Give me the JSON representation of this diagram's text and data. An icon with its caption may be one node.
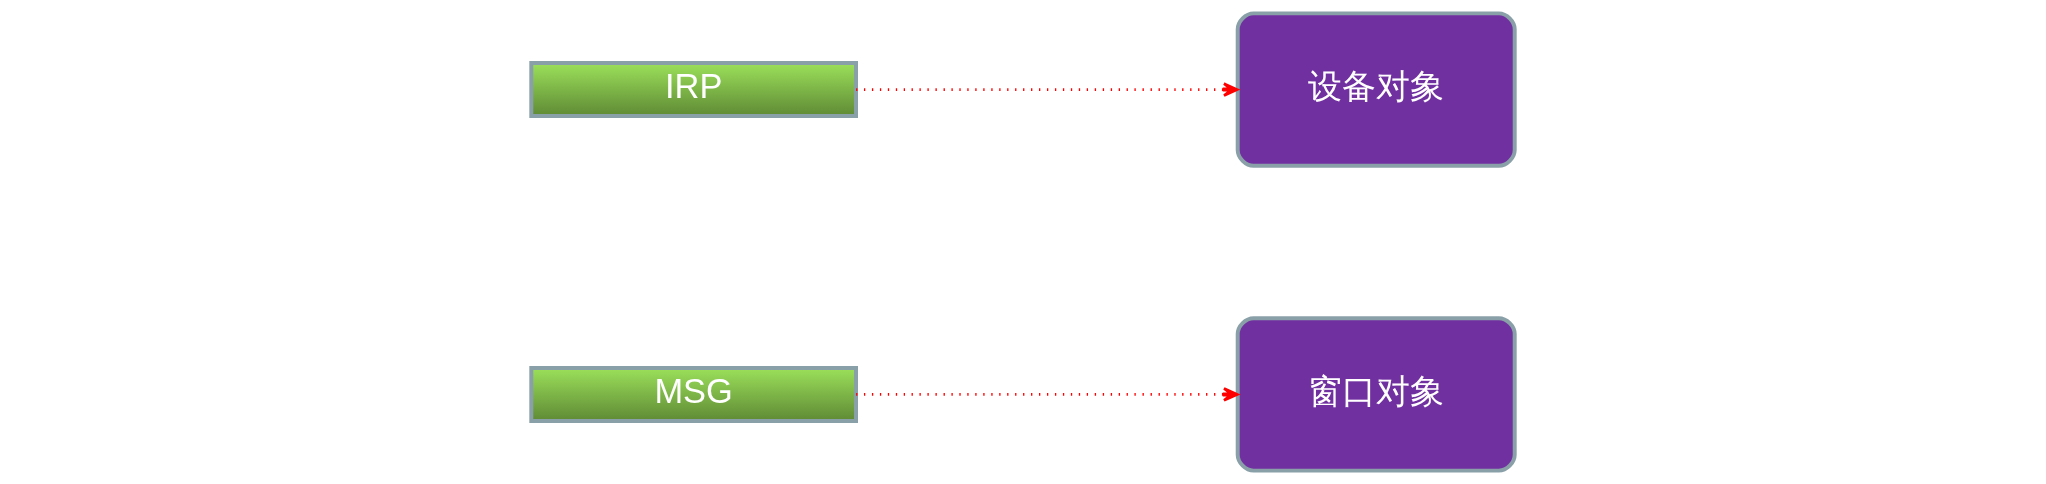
{
  "diagram": {
    "nodes": [
      {
        "text": [
          "MSG"
        ]
      },
      {
        "text": [
          "窗口对象"
        ]
      },
      {
        "text": [
          "IRP"
        ]
      },
      {
        "text": [
          "设备对象"
        ]
      }
    ],
    "edges": [
      {
        "from": 0,
        "to": 1,
        "arrow": "to",
        "style": "dashed",
        "color": "#ff0000"
      },
      {
        "from": 2,
        "to": 3,
        "arrow": "to",
        "style": "dashed",
        "color": "#ff0000"
      }
    ]
  }
}
